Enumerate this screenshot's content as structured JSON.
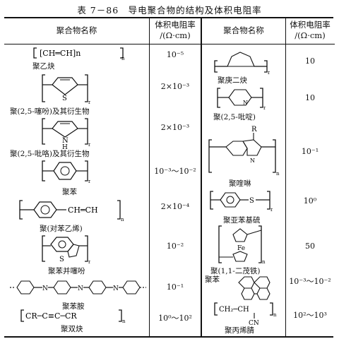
{
  "caption": "表 7－86　导电聚合物的结构及体积电阻率",
  "header": {
    "name_col": "聚合物名称",
    "resistivity_line1": "体积电阻率",
    "resistivity_line2": "/(Ω·cm)"
  },
  "left_rows": [
    {
      "formula": "[CH═CH]n",
      "name": "聚乙炔",
      "resistivity": "10⁻⁵"
    },
    {
      "formula": "",
      "name": "聚(2,5-噻吩)及其衍生物",
      "resistivity": "2×10⁻³"
    },
    {
      "formula": "",
      "name": "聚(2,5-吡咯)及其衍生物",
      "resistivity": "2×10⁻³"
    },
    {
      "formula": "",
      "name": "聚苯",
      "resistivity": "10⁻³～10⁻²"
    },
    {
      "formula": "CH═CH",
      "name": "聚(对苯乙烯)",
      "resistivity": "2×10⁻⁴"
    },
    {
      "formula": "",
      "name": "聚苯并噻吩",
      "resistivity": "10⁻²"
    },
    {
      "formula": "",
      "name": "聚苯胺",
      "resistivity": "10⁻¹"
    },
    {
      "formula": "CR─C≡C─CR",
      "name": "聚双炔",
      "resistivity": "10⁰～10²"
    }
  ],
  "right_rows": [
    {
      "name": "聚庚二炔",
      "resistivity": "10"
    },
    {
      "name": "聚(2,5-吡啶)",
      "resistivity": "10"
    },
    {
      "name": "聚喹啉",
      "resistivity": "10⁻¹"
    },
    {
      "name": "聚亚苯基硫",
      "resistivity": "10⁰"
    },
    {
      "name": "聚(1,1-二茂铁)",
      "resistivity": "50"
    },
    {
      "name": "聚苯",
      "resistivity": "10⁻³～10⁻²"
    },
    {
      "name": "聚丙烯腈",
      "resistivity": "10²～10³"
    }
  ],
  "atoms": {
    "S": "S",
    "N": "N",
    "H": "H",
    "R": "R",
    "Fe": "Fe",
    "CN": "CN",
    "n": "n",
    "ch2_ch": "CH₂─CH"
  }
}
